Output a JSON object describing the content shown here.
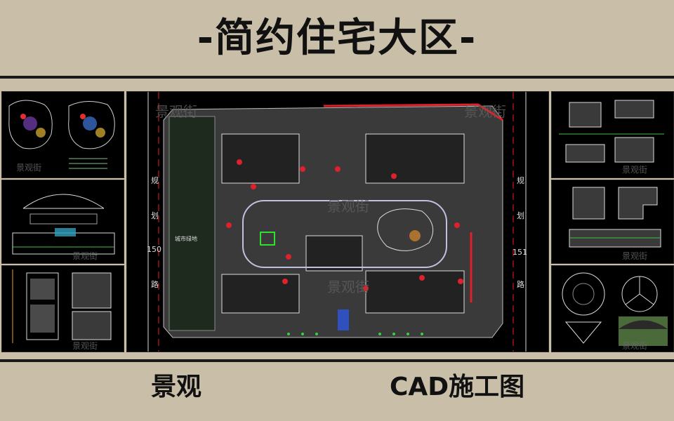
{
  "title": "-简约住宅大区-",
  "captions": {
    "left": "景观",
    "right": "CAD施工图"
  },
  "watermark": "景观街",
  "main_plan": {
    "road_labels": [
      "规",
      "划",
      "150",
      "路"
    ],
    "road_labels_right": [
      "规",
      "划",
      "151",
      "路"
    ],
    "area_label": "城市绿地"
  },
  "colors": {
    "background": "#c9bfa9",
    "panel": "#000000",
    "accent_red": "#e0202a",
    "accent_green": "#3ccf3c",
    "accent_blue": "#3aa0e0"
  }
}
